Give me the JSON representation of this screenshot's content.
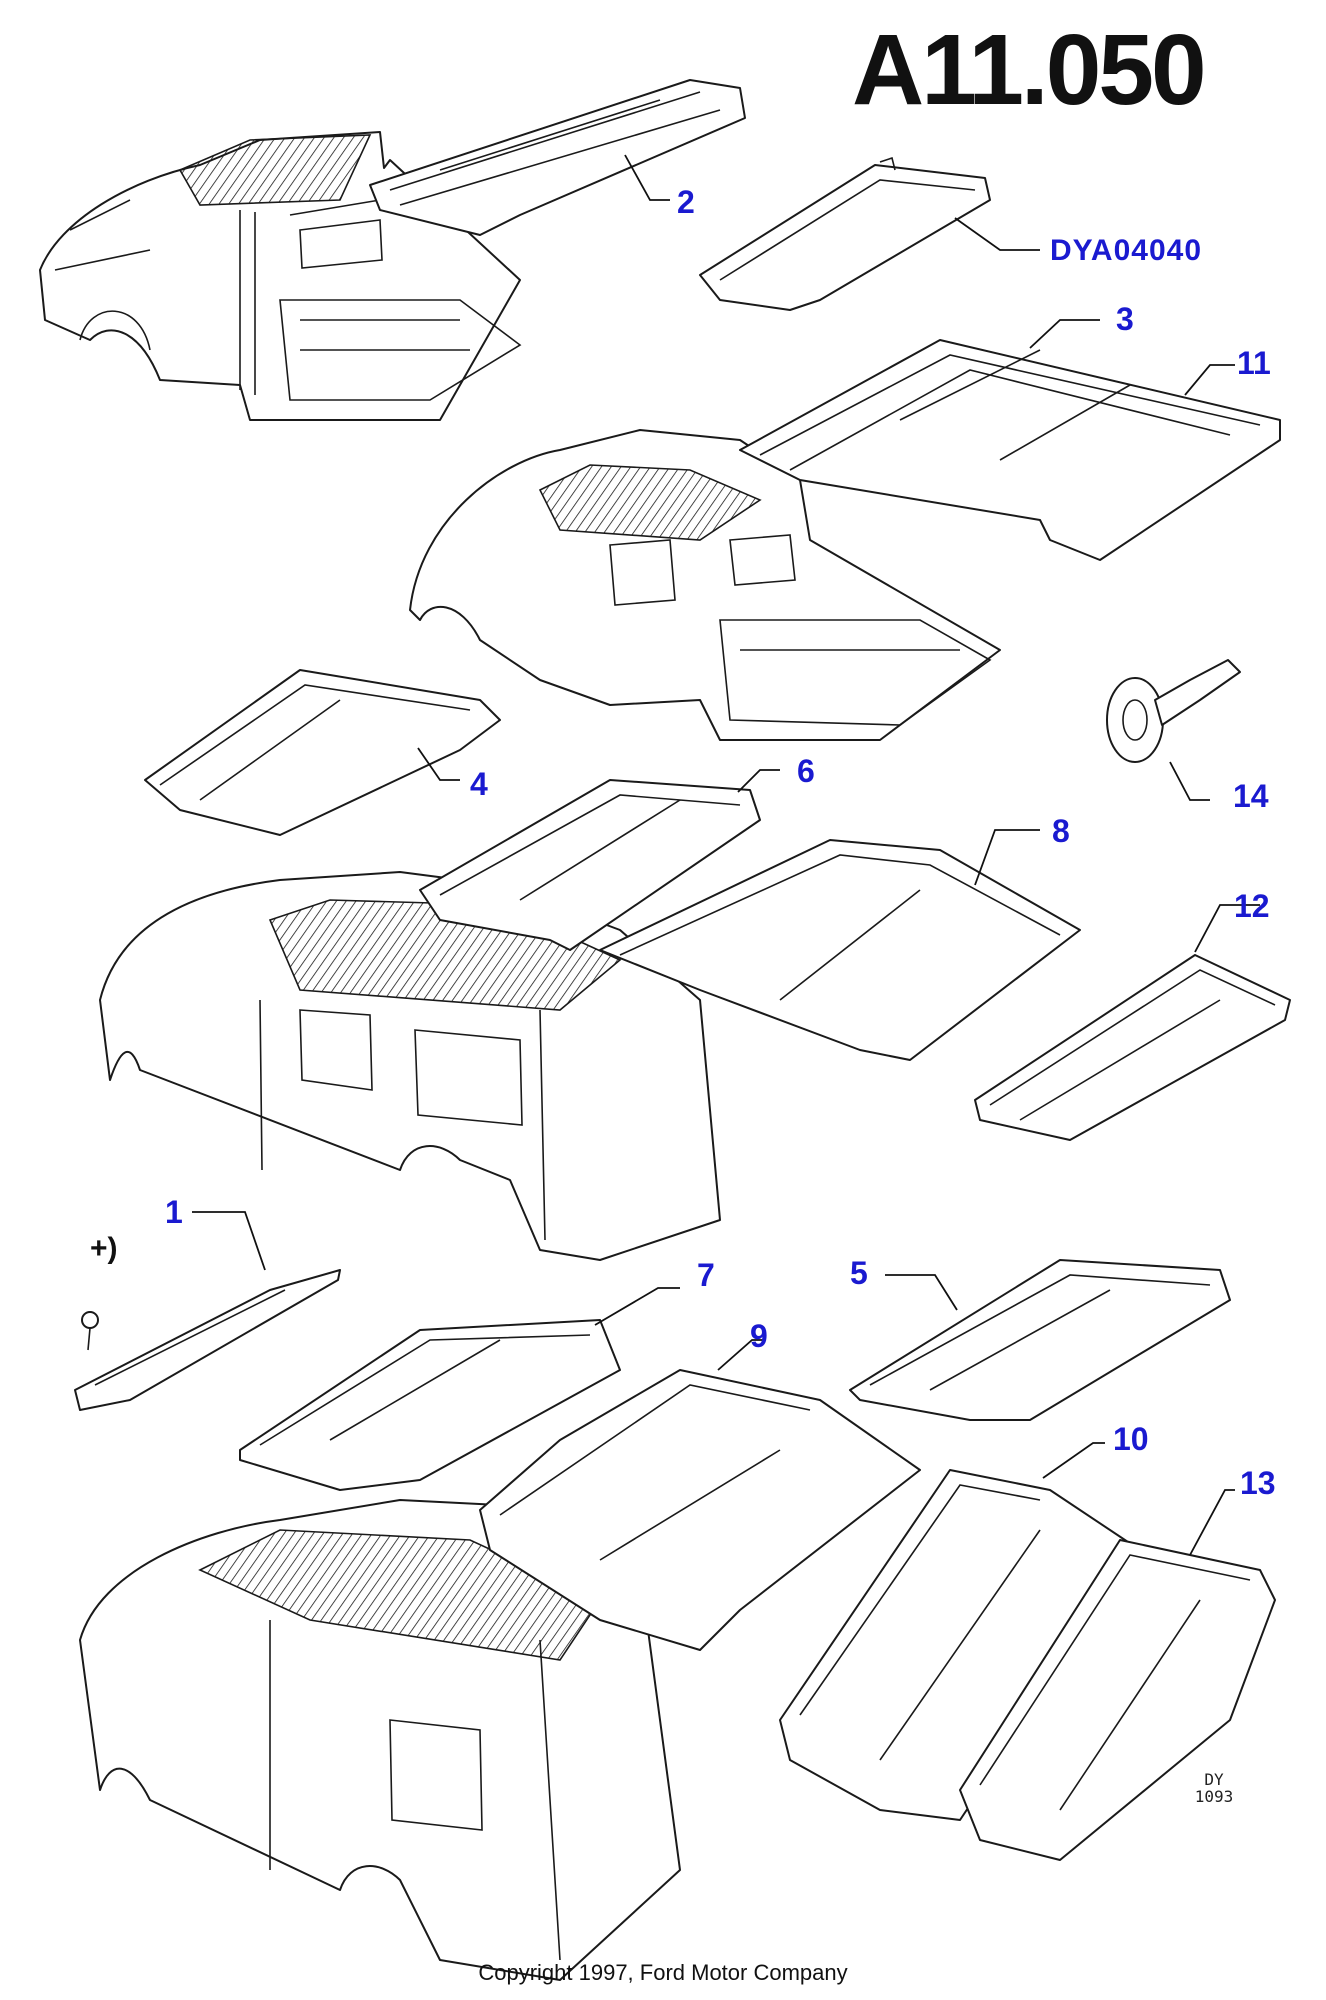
{
  "header": {
    "title": "A11.050"
  },
  "callouts": [
    {
      "id": "1",
      "label": "1"
    },
    {
      "id": "2",
      "label": "2"
    },
    {
      "id": "3",
      "label": "3"
    },
    {
      "id": "4",
      "label": "4"
    },
    {
      "id": "5",
      "label": "5"
    },
    {
      "id": "6",
      "label": "6"
    },
    {
      "id": "7",
      "label": "7"
    },
    {
      "id": "8",
      "label": "8"
    },
    {
      "id": "9",
      "label": "9"
    },
    {
      "id": "10",
      "label": "10"
    },
    {
      "id": "11",
      "label": "11"
    },
    {
      "id": "12",
      "label": "12"
    },
    {
      "id": "13",
      "label": "13"
    },
    {
      "id": "14",
      "label": "14"
    },
    {
      "id": "dya",
      "label": "DYA04040"
    }
  ],
  "annotation": {
    "plus": "+)"
  },
  "drawing_code": {
    "line1": "DY",
    "line2": "1093"
  },
  "footer": {
    "copyright": "Copyright 1997, Ford Motor Company"
  },
  "colors": {
    "callout": "#1a1ad0",
    "ink": "#1a1a1a"
  }
}
